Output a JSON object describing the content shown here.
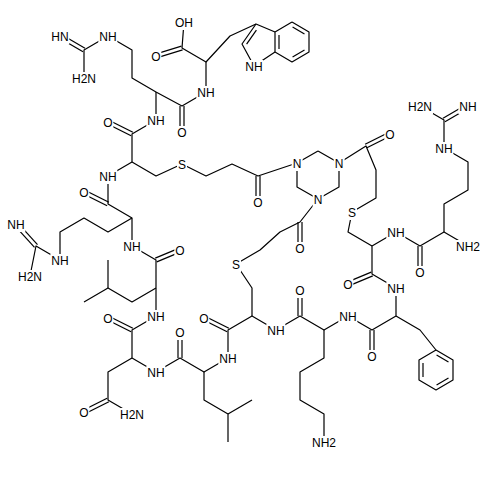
{
  "diagram": {
    "labels": [
      "OH",
      "NH",
      "HN",
      "O",
      "NH",
      "H2N",
      "NH",
      "NH",
      "H2N",
      "NH",
      "O",
      "O",
      "O",
      "NH",
      "N",
      "N",
      "S",
      "NH",
      "O",
      "N",
      "O",
      "S",
      "NH",
      "NH",
      "NH2",
      "NH",
      "O",
      "O",
      "NH",
      "S",
      "O",
      "H2N",
      "O",
      "NH",
      "O",
      "NH",
      "O",
      "O",
      "NH",
      "O",
      "NH",
      "O",
      "NH",
      "NH",
      "O",
      "H2N",
      "NH2"
    ]
  }
}
